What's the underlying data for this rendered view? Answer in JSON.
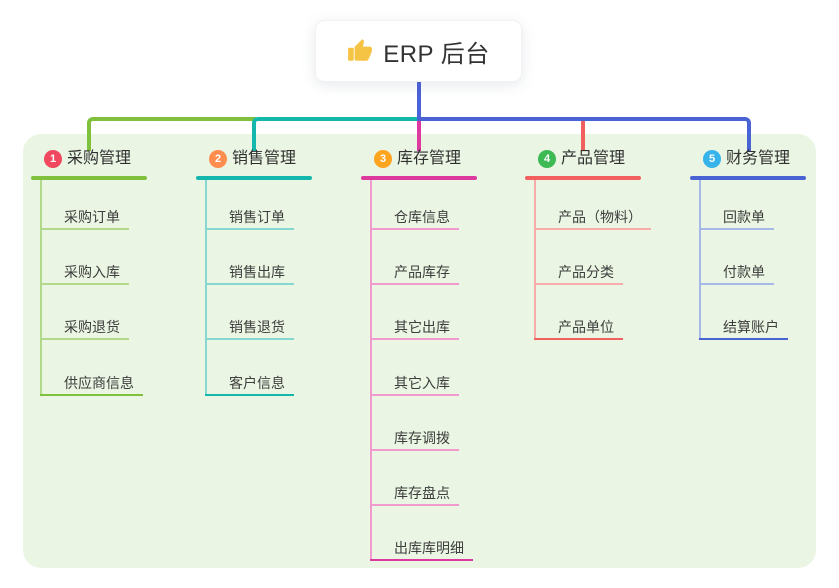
{
  "root": {
    "title": "ERP 后台",
    "icon": "thumbs-up",
    "icon_color": "#f6c445",
    "connector_color": "#4b62d8"
  },
  "panel_color": "#eaf6e3",
  "branches": [
    {
      "num": "1",
      "title": "采购管理",
      "badge_color": "#f0495f",
      "line_color": "#7fc03c",
      "child_line_color": "#b1d989",
      "children": [
        "采购订单",
        "采购入库",
        "采购退货",
        "供应商信息"
      ]
    },
    {
      "num": "2",
      "title": "销售管理",
      "badge_color": "#ff8d4e",
      "line_color": "#14b7ab",
      "child_line_color": "#86d7cf",
      "children": [
        "销售订单",
        "销售出库",
        "销售退货",
        "客户信息"
      ]
    },
    {
      "num": "3",
      "title": "库存管理",
      "badge_color": "#ffa41f",
      "line_color": "#dc3a9e",
      "child_line_color": "#f09ace",
      "children": [
        "仓库信息",
        "产品库存",
        "其它出库",
        "其它入库",
        "库存调拨",
        "库存盘点",
        "出库库明细"
      ]
    },
    {
      "num": "4",
      "title": "产品管理",
      "badge_color": "#3eba55",
      "line_color": "#f15f5f",
      "child_line_color": "#f7abab",
      "children": [
        "产品（物料）",
        "产品分类",
        "产品单位"
      ]
    },
    {
      "num": "5",
      "title": "财务管理",
      "badge_color": "#36b3eb",
      "line_color": "#4a63d4",
      "child_line_color": "#a6b8e8",
      "children": [
        "回款单",
        "付款单",
        "结算账户"
      ]
    }
  ]
}
